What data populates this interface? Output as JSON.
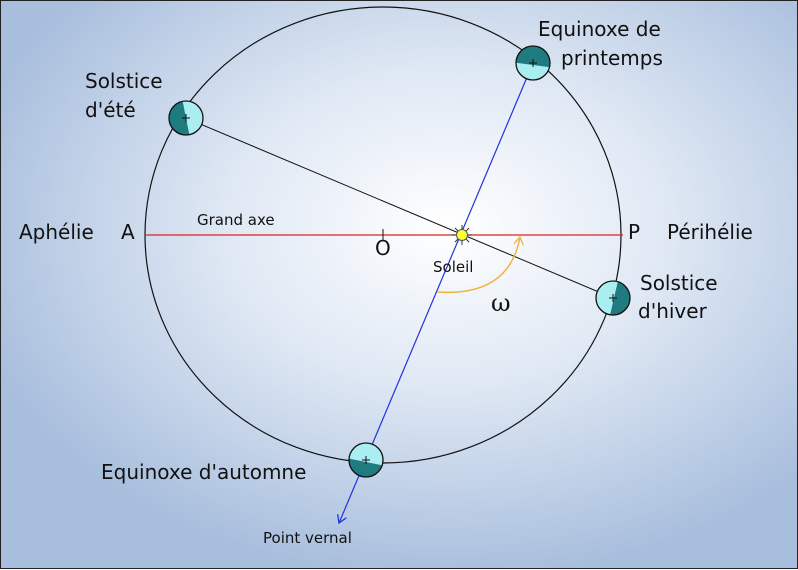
{
  "labels": {
    "solstice_ete": [
      "Solstice",
      "d'été"
    ],
    "equinoxe_printemps": [
      "Equinoxe de",
      "printemps"
    ],
    "solstice_hiver": [
      "Solstice",
      "d'hiver"
    ],
    "equinoxe_automne": "Equinoxe d'automne",
    "aphelie": "Aphélie",
    "perihelie": "Périhélie",
    "point_a": "A",
    "point_p": "P",
    "centre_o": "O",
    "grand_axe": "Grand axe",
    "soleil": "Soleil",
    "omega": "ω",
    "point_vernal": "Point vernal"
  },
  "colors": {
    "orbit": "#111111",
    "major_axis": "#dd2222",
    "solstice_line": "#111111",
    "equinox_line": "#2233dd",
    "omega_arc": "#f0b43c",
    "sun": "#ffff33",
    "planet_dark": "#1f7b80",
    "planet_light": "#aaeef2"
  }
}
